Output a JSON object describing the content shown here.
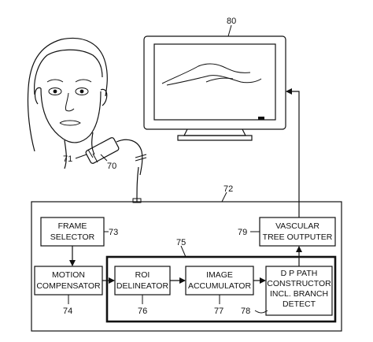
{
  "refs": {
    "monitor": "80",
    "system": "72",
    "frame_selector": "73",
    "motion_compensator": "74",
    "inner_group": "75",
    "roi_delineator": "76",
    "image_accumulator": "77",
    "dp_path_constructor": "78",
    "vascular_tree_outputer": "79",
    "patient": "71",
    "probe": "70"
  },
  "blocks": {
    "frame_selector": [
      "FRAME",
      "SELECTOR"
    ],
    "motion_compensator": [
      "MOTION",
      "COMPENSATOR"
    ],
    "roi_delineator": [
      "ROI",
      "DELINEATOR"
    ],
    "image_accumulator": [
      "IMAGE",
      "ACCUMULATOR"
    ],
    "dp_path_constructor": [
      "D P PATH",
      "CONSTRUCTOR",
      "INCL. BRANCH",
      "DETECT"
    ],
    "vascular_tree_outputer": [
      "VASCULAR",
      "TREE OUTPUTER"
    ]
  }
}
